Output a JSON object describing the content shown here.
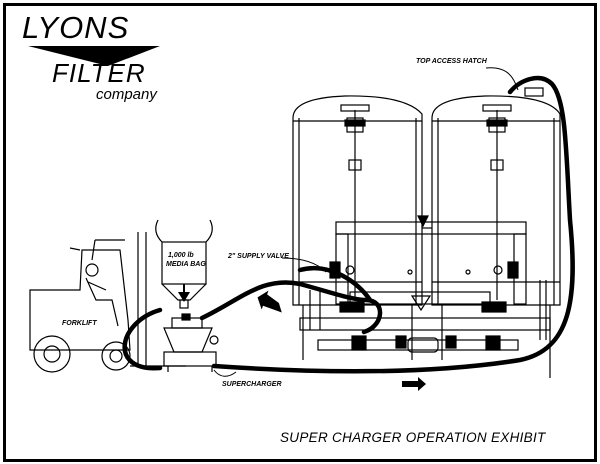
{
  "logo": {
    "line1": "LYONS",
    "line2": "FILTER",
    "line3": "company"
  },
  "labels": {
    "top_access_hatch": "TOP ACCESS HATCH",
    "supply_valve": "2\" SUPPLY VALVE",
    "media_bag_line1": "1,000 lb",
    "media_bag_line2": "MEDIA BAG",
    "forklift": "FORKLIFT",
    "supercharger": "SUPERCHARGER"
  },
  "caption": "SUPER CHARGER OPERATION EXHIBIT",
  "colors": {
    "line": "#000000",
    "background": "#ffffff"
  },
  "icons": [
    "flow-arrow-icon",
    "down-arrow-icon",
    "triangle-logo-icon"
  ]
}
